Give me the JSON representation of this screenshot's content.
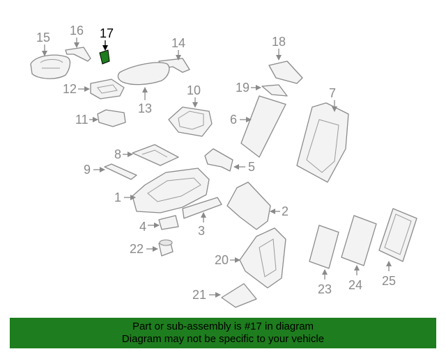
{
  "callouts": {
    "c1": "1",
    "c2": "2",
    "c3": "3",
    "c4": "4",
    "c5": "5",
    "c6": "6",
    "c7": "7",
    "c8": "8",
    "c9": "9",
    "c10": "10",
    "c11": "11",
    "c12": "12",
    "c13": "13",
    "c14": "14",
    "c15": "15",
    "c16": "16",
    "c17": "17",
    "c18": "18",
    "c19": "19",
    "c20": "20",
    "c21": "21",
    "c22": "22",
    "c23": "23",
    "c24": "24",
    "c25": "25"
  },
  "highlighted_part": "17",
  "colors": {
    "highlight": "#1e7d1e",
    "line": "#8a8a8a",
    "banner_bg": "#1e7d1e"
  },
  "banner": {
    "line1": "Part or sub-assembly is #17 in diagram",
    "line2": "Diagram may not be specific to your vehicle"
  }
}
